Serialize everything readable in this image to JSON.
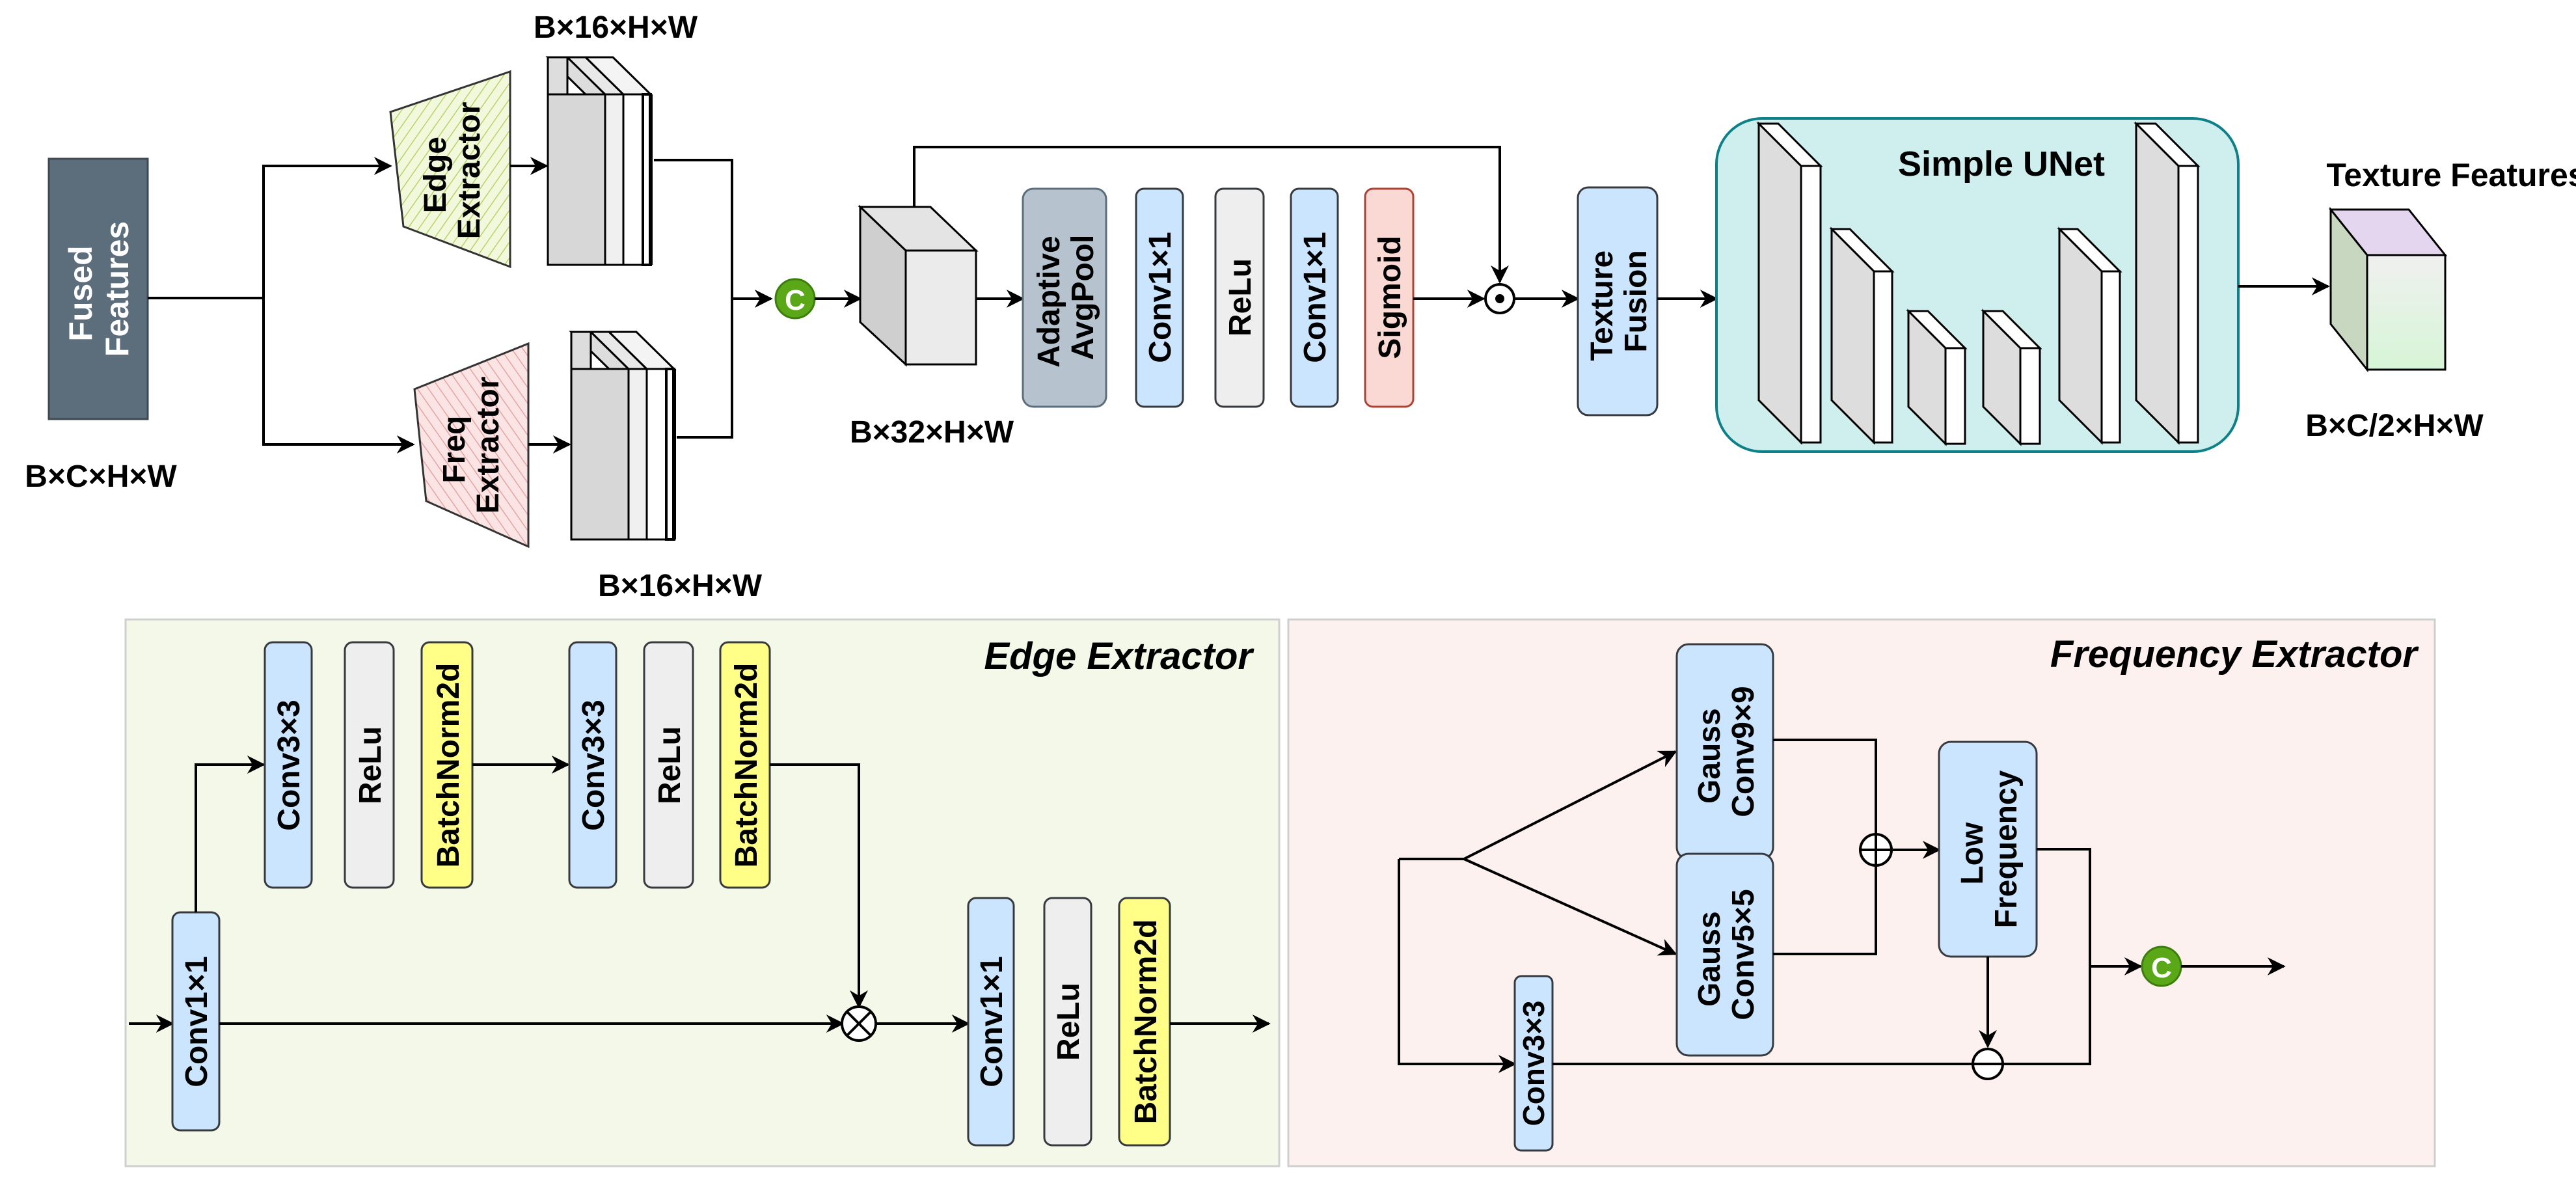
{
  "top": {
    "input": {
      "label": "Fused Features",
      "shape": "B×C×H×W",
      "color": "#5c6e7b"
    },
    "edge_extractor": {
      "label": "Edge Extractor",
      "shape": "B×16×H×W"
    },
    "freq_extractor": {
      "label": "Freq Extractor",
      "shape": "B×16×H×W"
    },
    "concat_symbol": "C",
    "concat_shape": "B×32×H×W",
    "blocks": {
      "adaptive": "Adaptive AvgPool",
      "conv1": "Conv1×1",
      "relu": "ReLu",
      "conv2": "Conv1×1",
      "sigmoid": "Sigmoid"
    },
    "texture_fusion": "Texture Fusion",
    "unet": "Simple UNet",
    "output": {
      "label": "Texture Features",
      "shape": "B×C/2×H×W"
    }
  },
  "edge_panel": {
    "title": "Edge Extractor",
    "conv_in": "Conv1×1",
    "conv3a": "Conv3×3",
    "relu_a": "ReLu",
    "bn_a": "BatchNorm2d",
    "conv3b": "Conv3×3",
    "relu_b": "ReLu",
    "bn_b": "BatchNorm2d",
    "conv_out": "Conv1×1",
    "relu_out": "ReLu",
    "bn_out": "BatchNorm2d"
  },
  "freq_panel": {
    "title": "Frequency Extractor",
    "gauss9": "Gauss Conv9×9",
    "gauss5": "Gauss Conv5×5",
    "low": "Low Frequency",
    "conv3": "Conv3×3",
    "concat_symbol": "C"
  },
  "colors": {
    "blue_block": "#cce5ff",
    "gray_block": "#eeeeee",
    "yellow_block": "#ffff88",
    "red_block": "#fad9d5",
    "unet_bg": "#cfeeee",
    "edge_panel_bg": "#f3f8e8",
    "freq_panel_bg": "#fdf1f0",
    "concat_green": "#5aa818"
  }
}
